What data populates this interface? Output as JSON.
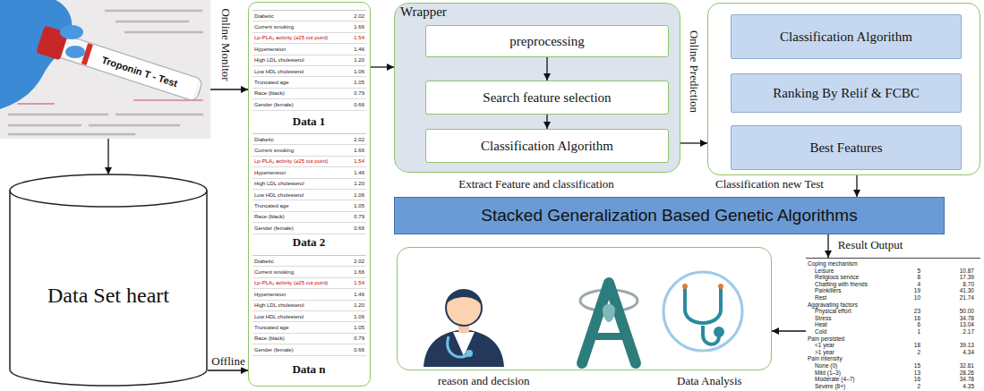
{
  "diagram": {
    "nodes": [
      {
        "text": [
          "Troponin T - Test"
        ]
      },
      {
        "text": [
          "Data Set heart"
        ]
      },
      {
        "text": [
          "Data 1",
          "Data 2",
          "Data n"
        ]
      },
      {
        "text": [
          "Wrapper",
          "Extract Feature and classification"
        ]
      },
      {
        "text": [
          "preprocessing"
        ],
        "in": 3
      },
      {
        "text": [
          "Search feature selection"
        ],
        "in": 3
      },
      {
        "text": [
          "Classification Algorithm"
        ],
        "in": 3
      },
      {
        "text": [
          "Classification new Test"
        ]
      },
      {
        "text": [
          "Classification Algorithm"
        ],
        "in": 7
      },
      {
        "text": [
          "Ranking By Relif & FCBC"
        ],
        "in": 7
      },
      {
        "text": [
          "Best Features"
        ],
        "in": 7
      },
      {
        "text": [
          "Stacked Generalization Based Genetic Algorithms"
        ]
      },
      {
        "text": [
          "Coping mechanism",
          "Leisure",
          "5",
          "10.87",
          "Religious service",
          "8",
          "17.39",
          "Chatting with friends",
          "4",
          "8.70",
          "Painkillers",
          "19",
          "41.30",
          "Rest",
          "10",
          "21.74",
          "Aggravating factors",
          "Physical effort",
          "23",
          "50.00",
          "Stress",
          "16",
          "34.78",
          "Heat",
          "6",
          "13.04",
          "Cold",
          "1",
          "2.17",
          "Pain persisted",
          "<1 year",
          "18",
          "39.13",
          ">1 year",
          "2",
          "4.34",
          "Pain intensity",
          "None (0)",
          "15",
          "32.61",
          "Mild (1–3)",
          "13",
          "28.26",
          "Moderate (4–7)",
          "16",
          "34.78",
          "Severe (8+)",
          "2",
          "4.35"
        ]
      },
      {
        "text": [
          "reason and decision",
          "Data Analysis"
        ]
      }
    ],
    "edges": [
      {
        "from": 0,
        "to": 1,
        "arrow": "to"
      },
      {
        "from": 0,
        "to": 2,
        "label": "Online Monitor",
        "arrow": "to"
      },
      {
        "from": 1,
        "to": 2,
        "label": "Offline",
        "arrow": "to"
      },
      {
        "from": 2,
        "to": 3,
        "arrow": "to"
      },
      {
        "from": 4,
        "to": 5,
        "arrow": "to"
      },
      {
        "from": 5,
        "to": 6,
        "arrow": "to"
      },
      {
        "from": 3,
        "to": 7,
        "label": "Online Prediction",
        "arrow": "to"
      },
      {
        "from": 7,
        "to": 11,
        "arrow": "to"
      },
      {
        "from": 11,
        "to": 12,
        "label": "Result Output",
        "arrow": "to"
      },
      {
        "from": 12,
        "to": 13,
        "arrow": "to"
      }
    ],
    "labels": [
      "Diabetic",
      "2.02",
      "Current smoking",
      "1.66",
      "Lp-PLA₂ activity (≥25 cut point)",
      "1.54",
      "Hypertension",
      "1.46",
      "High LDL cholesterol",
      "1.20",
      "Low HDL cholesterol",
      "1.06",
      "Truncated age",
      "1.05",
      "Race (black)",
      "0.79",
      "Gender (female)",
      "0.66",
      "Diabetic",
      "2.02",
      "Current smoking",
      "1.66",
      "Lp-PLA₂ activity (≥25 cut point)",
      "1.54",
      "Hypertension",
      "1.46",
      "High LDL cholesterol",
      "1.20",
      "Low HDL cholesterol",
      "1.06",
      "Truncated age",
      "1.05",
      "Race (black)",
      "0.79",
      "Gender (female)",
      "0.66",
      "Diabetic",
      "2.02",
      "Current smoking",
      "1.66",
      "Lp-PLA₂ activity (≥25 cut point)",
      "1.54",
      "Hypertension",
      "1.46",
      "High LDL cholesterol",
      "1.20",
      "Low HDL cholesterol",
      "1.06",
      "Truncated age",
      "1.05",
      "Race (black)",
      "0.79",
      "Gender (female)",
      "0.66"
    ]
  }
}
